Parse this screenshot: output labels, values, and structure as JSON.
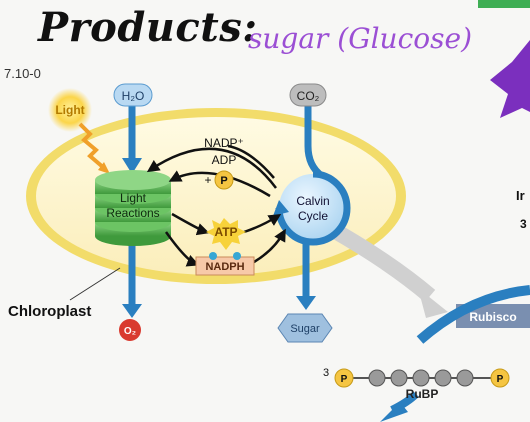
{
  "heading": "Products:",
  "subheading": "sugar (Glucose)",
  "figure_id": "7.10-0",
  "labels": {
    "light": "Light",
    "h2o": "H₂O",
    "co2": "CO₂",
    "light_reactions_1": "Light",
    "light_reactions_2": "Reactions",
    "calvin_1": "Calvin",
    "calvin_2": "Cycle",
    "nadp": "NADP⁺",
    "adp": "ADP",
    "plus": "+",
    "p": "P",
    "atp": "ATP",
    "nadph": "NADPH",
    "chloroplast": "Chloroplast",
    "o2": "O₂",
    "sugar": "Sugar",
    "rubisco": "Rubisco",
    "rubp": "RuBP",
    "three": "3",
    "right_edge_1": "Ir",
    "right_edge_2": "3"
  },
  "colors": {
    "blue_arrow": "#2a7fc0",
    "stroma": "#fdf6d2",
    "membrane": "#f2dc6a",
    "thylakoid": "#5fb85a",
    "o2": "#d93a2f",
    "phosphate": "#f5c542",
    "purple_star": "#7b2fbe"
  },
  "icons": {
    "sun": "sun-icon",
    "purple_star": "star-icon"
  }
}
